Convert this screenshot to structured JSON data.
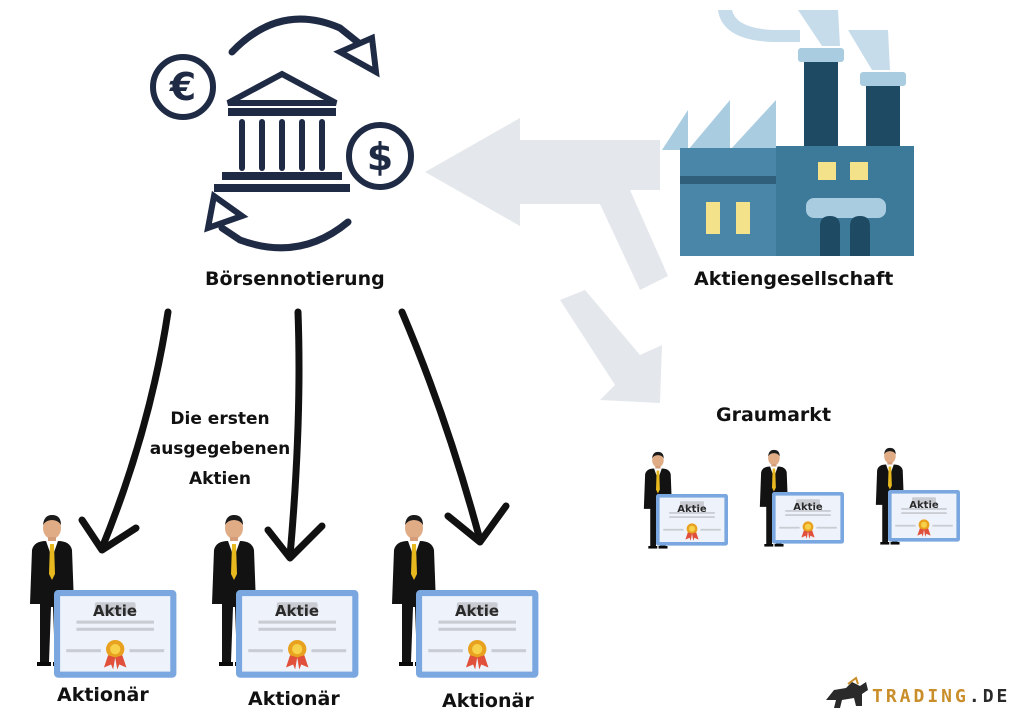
{
  "labels": {
    "exchange": "Börsennotierung",
    "company": "Aktiengesellschaft",
    "grey_market": "Graumarkt",
    "first_issued_line1": "Die ersten",
    "first_issued_line2": "ausgegebenen",
    "first_issued_line3": "Aktien",
    "shareholder": "Aktionär",
    "certificate": "Aktie"
  },
  "icons": {
    "exchange": "bank-exchange-icon",
    "currency_euro": "euro-icon",
    "currency_dollar": "dollar-icon",
    "company": "factory-icon",
    "shareholder": "businessman-icon",
    "certificate": "share-certificate-icon"
  },
  "logo": {
    "text": "TRADING",
    "suffix": ".DE"
  },
  "colors": {
    "navy": "#1f2b45",
    "factory_teal": "#4a86a8",
    "factory_dark": "#1e4a63",
    "factory_light": "#a9cce0",
    "window_yellow": "#f3e28a",
    "cert_border": "#7aa7e0",
    "cert_bg": "#eef3fb",
    "tie_yellow": "#e8b81f",
    "arrow_grey": "#e4e7eb",
    "logo_gold": "#c98d2a"
  }
}
